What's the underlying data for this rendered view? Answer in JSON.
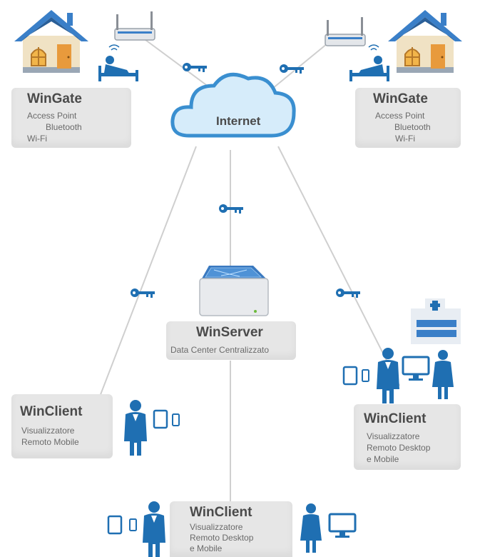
{
  "cloud": {
    "label": "Internet"
  },
  "wingate_left": {
    "title": "WinGate",
    "lines": [
      "Access Point",
      "Bluetooth",
      "Wi-Fi"
    ]
  },
  "wingate_right": {
    "title": "WinGate",
    "lines": [
      "Access Point",
      "Bluetooth",
      "Wi-Fi"
    ]
  },
  "winserver": {
    "title": "WinServer",
    "subtitle": "Data Center Centralizzato"
  },
  "winclient_left": {
    "title": "WinClient",
    "lines": [
      "Visualizzatore",
      "Remoto Mobile"
    ]
  },
  "winclient_right": {
    "title": "WinClient",
    "lines": [
      "Visualizzatore",
      "Remoto Desktop",
      "e Mobile"
    ]
  },
  "winclient_bottom": {
    "title": "WinClient",
    "lines": [
      "Visualizzatore",
      "Remoto Desktop",
      "e Mobile"
    ]
  },
  "colors": {
    "primary_blue": "#1f6fb2",
    "roof_blue": "#3a7fc8",
    "card_gray": "#e6e6e6",
    "line_gray": "#cfcfcf",
    "house_wall": "#f0e2c4",
    "door_orange": "#e89a3c"
  },
  "icons": [
    "house-icon",
    "router-icon",
    "key-icon",
    "cloud-icon",
    "server-icon",
    "hospital-icon",
    "doctor-icon",
    "tablet-icon",
    "phone-icon",
    "monitor-icon",
    "patient-bed-icon"
  ]
}
